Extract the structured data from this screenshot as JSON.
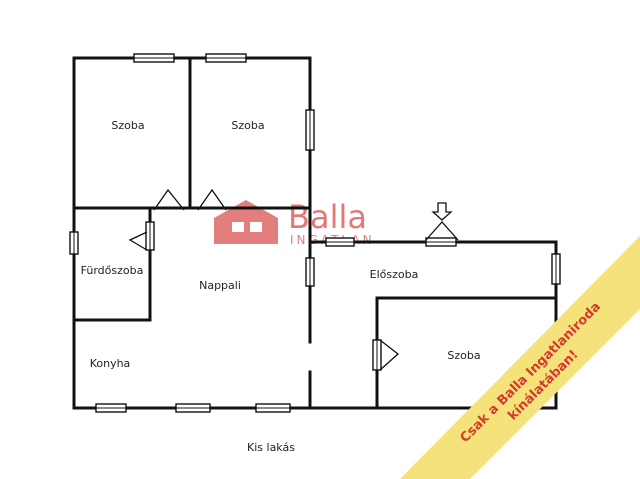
{
  "rooms": {
    "szoba_1": "Szoba",
    "szoba_2": "Szoba",
    "furdoszoba": "Fürdőszoba",
    "nappali": "Nappali",
    "eloszoba": "Előszoba",
    "konyha": "Konyha",
    "szoba_3": "Szoba"
  },
  "caption": "Kis lakás",
  "watermark": {
    "brand": "Balla",
    "sub": "INGATLAN",
    "color": "#d9534f"
  },
  "banner": {
    "line1": "Csak a Balla Ingatlaniroda",
    "line2": "kínálatában!",
    "background": "#f5e27a",
    "text_color": "#d63a2f"
  },
  "entrance_icon": "arrow-down-icon"
}
